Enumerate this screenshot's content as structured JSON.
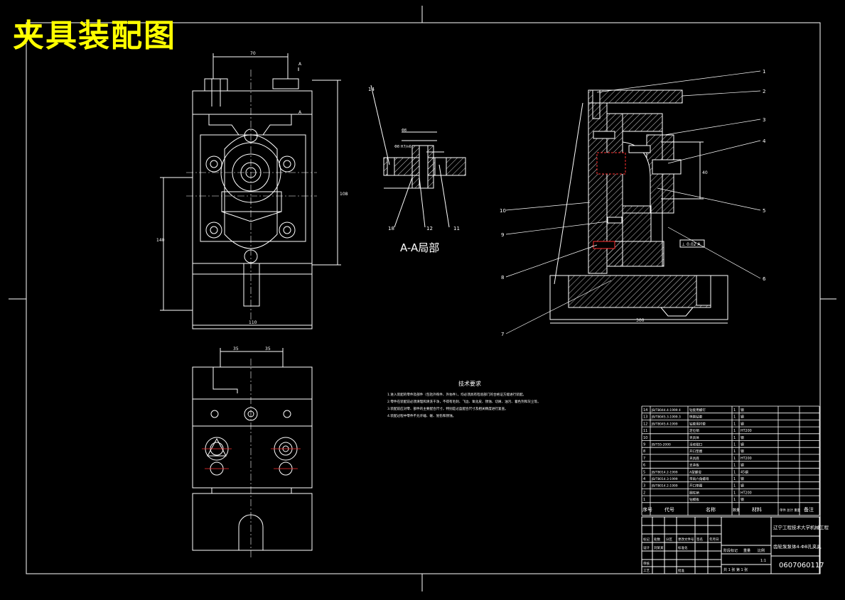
{
  "drawing": {
    "title": "夹具装配图",
    "section_title": "A-A局部",
    "tech_req_title": "技术要求",
    "tech_req_lines": [
      "1.进入装配的零件及部件（包括外购件、外协件），均必须具有检验部门的合格证方能进行装配。",
      "2.零件在装配前必须清理和清洗干净，不得有毛刺、飞边、氧化皮、锈蚀、切屑、油污、着色剂和灰尘等。",
      "3.装配前应对零、部件的主要配合尺寸，特别是过盈配合尺寸及相关精度进行复查。",
      "4.装配过程中零件不允许磕、碰、划伤和锈蚀。"
    ],
    "callouts_right": [
      "1",
      "2",
      "3",
      "4",
      "5",
      "6",
      "7",
      "8",
      "9",
      "10"
    ],
    "callouts_section": [
      "14",
      "18",
      "12",
      "11"
    ],
    "tolerance": "⊥ 0.02 A",
    "dim_section": "Φ8 H7/n6"
  },
  "bom": {
    "rows": [
      {
        "no": "14",
        "code": "JB/T8044.4-1999 4",
        "name": "钻套用螺钉",
        "qty": "1",
        "mat": "钢"
      },
      {
        "no": "13",
        "code": "JB/T8045.3-1999.3",
        "name": "快换钻套",
        "qty": "1",
        "mat": "钢"
      },
      {
        "no": "12",
        "code": "JB/T8045.4-1999",
        "name": "钻套用衬套",
        "qty": "1",
        "mat": "钢"
      },
      {
        "no": "11",
        "code": "",
        "name": "定位销",
        "qty": "1",
        "mat": "HT200"
      },
      {
        "no": "10",
        "code": "",
        "name": "夹具体",
        "qty": "1",
        "mat": "钢"
      },
      {
        "no": "9",
        "code": "JB/T55-2000",
        "name": "活动钳口",
        "qty": "1",
        "mat": "钢"
      },
      {
        "no": "8",
        "code": "",
        "name": "开口垫圈",
        "qty": "1",
        "mat": "钢"
      },
      {
        "no": "7",
        "code": "",
        "name": "夹具底",
        "qty": "1",
        "mat": "HT200"
      },
      {
        "no": "6",
        "code": "",
        "name": "支承板",
        "qty": "1",
        "mat": "钢"
      },
      {
        "no": "5",
        "code": "JB/T8014.2-1999",
        "name": "A型螺母",
        "qty": "1",
        "mat": "45钢"
      },
      {
        "no": "4",
        "code": "JB/T8014.3-1999",
        "name": "带肩六角螺母",
        "qty": "1",
        "mat": "钢"
      },
      {
        "no": "3",
        "code": "JB/T8014.2-1999",
        "name": "开口垫圈",
        "qty": "1",
        "mat": "钢"
      },
      {
        "no": "2",
        "code": "",
        "name": "圆柱销",
        "qty": "1",
        "mat": "HT200"
      },
      {
        "no": "1",
        "code": "",
        "name": "钻模板",
        "qty": "1",
        "mat": "钢"
      }
    ],
    "header": {
      "no": "序号",
      "code": "代号",
      "name": "名称",
      "qty": "数量",
      "mat": "材料",
      "weight": "单件 总计 重量",
      "remark": "备注"
    },
    "company": "辽宁工程技术大学机械工程",
    "part_title": "齿轮泵泵体4-Φ8孔夹具",
    "drawing_no": "0607060117",
    "scale": "1:1",
    "sheet": "共 1 张  第 1 张",
    "stage_label": "阶段标记",
    "weight_label": "重量",
    "scale_label": "比例",
    "sign_labels": [
      "标记",
      "处数",
      "分区",
      "更改文件号",
      "签名",
      "年月日"
    ],
    "role_labels": [
      "设计",
      "审核",
      "工艺"
    ],
    "std_label": "标准化",
    "approve_label": "批准",
    "designer": "刘某某"
  },
  "colors": {
    "line": "#ffffff",
    "title": "#ffff00",
    "hatch": "#ffffff",
    "centerline": "#ff3030"
  }
}
